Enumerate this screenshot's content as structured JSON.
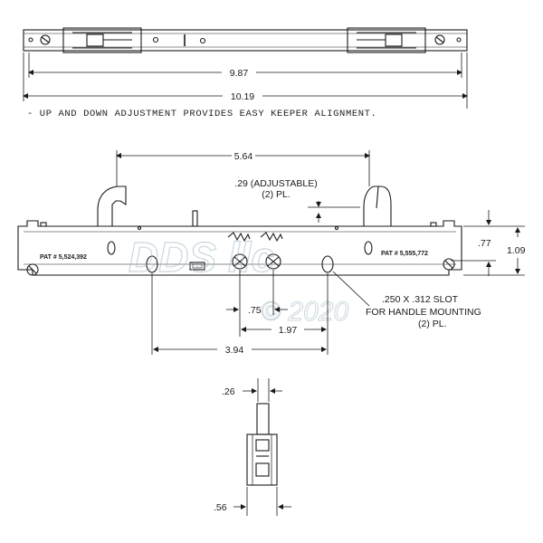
{
  "note": "- UP AND DOWN ADJUSTMENT PROVIDES EASY KEEPER ALIGNMENT.",
  "dimensions": {
    "d987": "9.87",
    "d1019": "10.19",
    "d564": "5.64",
    "adjustable": ".29 (ADJUSTABLE)",
    "adjustable_pl": "(2) PL.",
    "d077": ".77",
    "d109": "1.09",
    "d075": ".75",
    "d197": "1.97",
    "d394": "3.94",
    "slot1": ".250 X .312 SLOT",
    "slot2": "FOR HANDLE MOUNTING",
    "slot3": "(2) PL.",
    "d026": ".26",
    "d056": ".56"
  },
  "patents": {
    "left": "PAT # 5,524,392",
    "right": "PAT # 5,555,772"
  },
  "watermark": {
    "brand": "DDS llc",
    "copyright": "© 2020"
  }
}
